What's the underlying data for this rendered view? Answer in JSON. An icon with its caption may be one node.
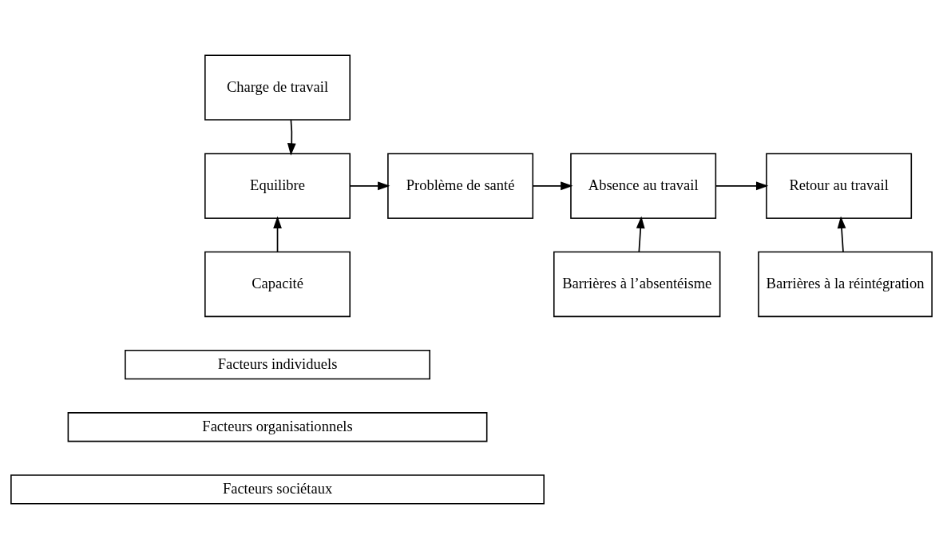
{
  "diagram": {
    "nodes": [
      {
        "text": [
          "Charge de travail"
        ]
      },
      {
        "text": [
          "Equilibre"
        ]
      },
      {
        "text": [
          "Problème de santé"
        ]
      },
      {
        "text": [
          "Absence au travail"
        ]
      },
      {
        "text": [
          "Retour au travail"
        ]
      },
      {
        "text": [
          "Capacité"
        ]
      },
      {
        "text": [
          "Barrières à l’absentéisme"
        ]
      },
      {
        "text": [
          "Barrières à la réintégration"
        ]
      },
      {
        "text": [
          "Facteurs individuels"
        ]
      },
      {
        "text": [
          "Facteurs organisationnels"
        ]
      },
      {
        "text": [
          "Facteurs sociétaux"
        ]
      }
    ],
    "edges": [
      {
        "from": 0,
        "to": 1,
        "arrow": "to"
      },
      {
        "from": 5,
        "to": 1,
        "arrow": "to"
      },
      {
        "from": 1,
        "to": 2,
        "arrow": "to"
      },
      {
        "from": 2,
        "to": 3,
        "arrow": "to"
      },
      {
        "from": 6,
        "to": 3,
        "arrow": "to"
      },
      {
        "from": 3,
        "to": 4,
        "arrow": "to"
      },
      {
        "from": 7,
        "to": 4,
        "arrow": "to"
      }
    ]
  }
}
